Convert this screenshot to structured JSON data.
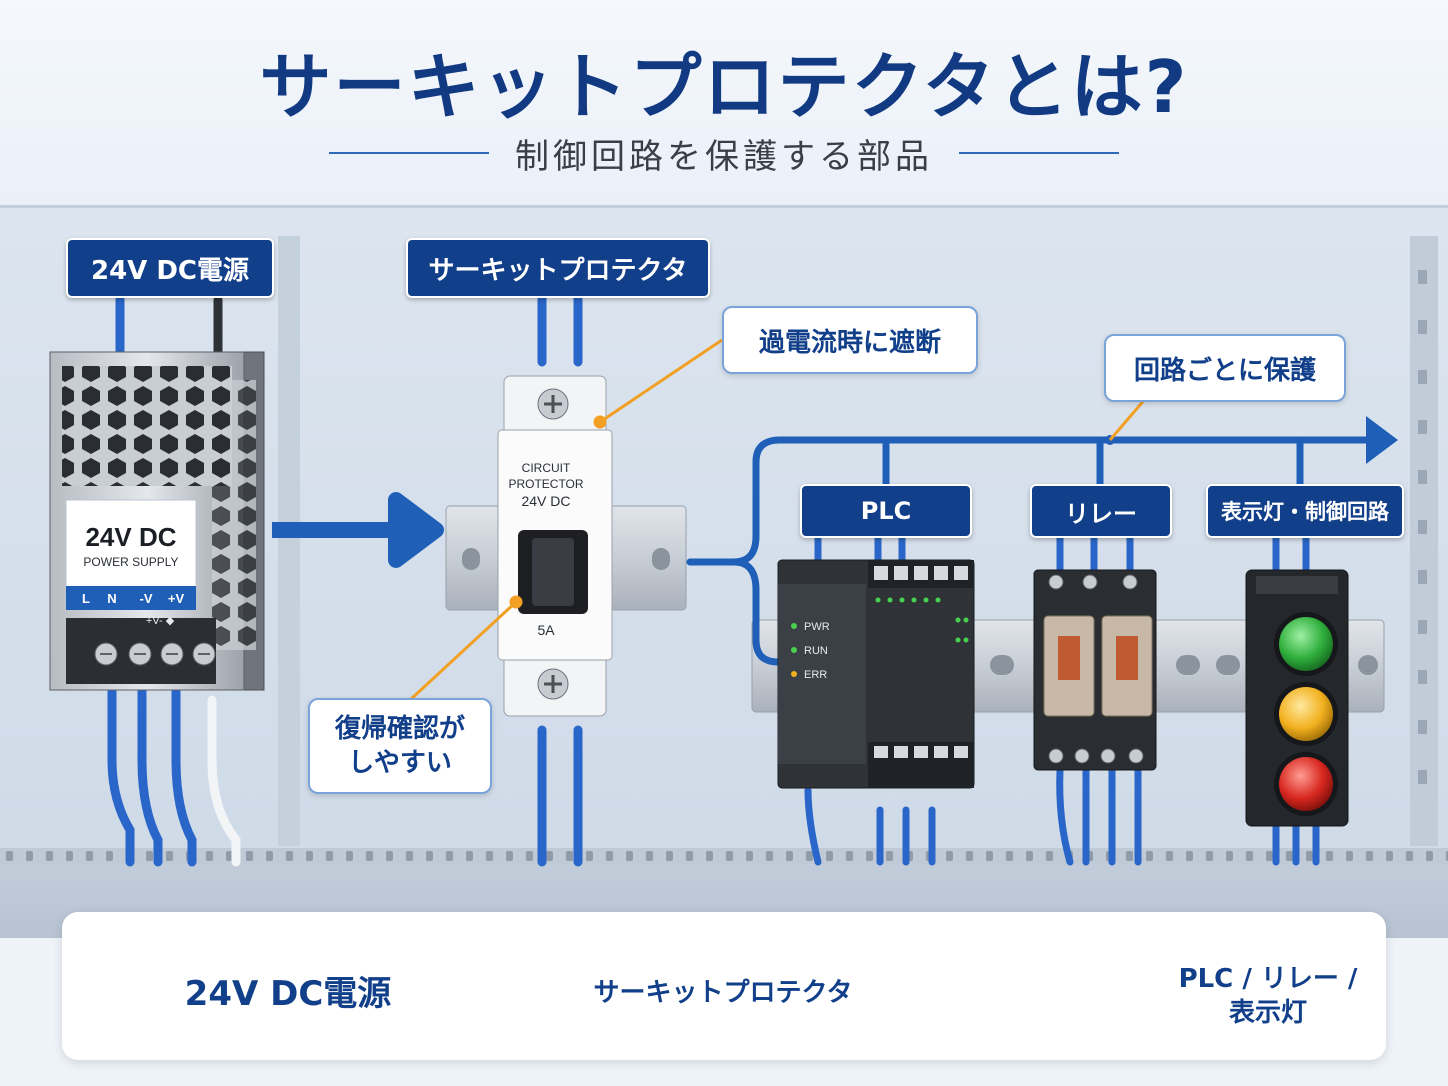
{
  "header": {
    "title": "サーキットプロテクタとは?",
    "subtitle": "制御回路を保護する部品"
  },
  "labels": {
    "power_supply": "24V DC電源",
    "circuit_protector": "サーキットプロテクタ",
    "overcurrent": "過電流時に遮断",
    "per_circuit": "回路ごとに保護",
    "plc": "PLC",
    "relay": "リレー",
    "indicator": "表示灯・制御回路",
    "reset_line1": "復帰確認が",
    "reset_line2": "しやすい"
  },
  "power_supply": {
    "model": "24V DC",
    "caption": "POWER SUPPLY",
    "terminals": [
      "L",
      "N",
      "-V",
      "+V"
    ],
    "terminal_marks": "+V- ◆"
  },
  "breaker": {
    "line1": "CIRCUIT",
    "line2": "PROTECTOR",
    "line3": "24V DC",
    "rating": "5A"
  },
  "plc_leds": [
    "PWR",
    "RUN",
    "ERR"
  ],
  "flow": {
    "step1": "24V DC電源",
    "step2": "サーキットプロテクタ",
    "step3_line1": "PLC / リレー /",
    "step3_line2": "表示灯"
  },
  "colors": {
    "navy": "#123f8a",
    "accent_blue": "#1f5fb8",
    "wire_blue": "#2a66c9",
    "callout_orange": "#f2a024",
    "lamp_green": "#2fae3c",
    "lamp_yellow": "#f2b01e",
    "lamp_red": "#d7271f"
  }
}
